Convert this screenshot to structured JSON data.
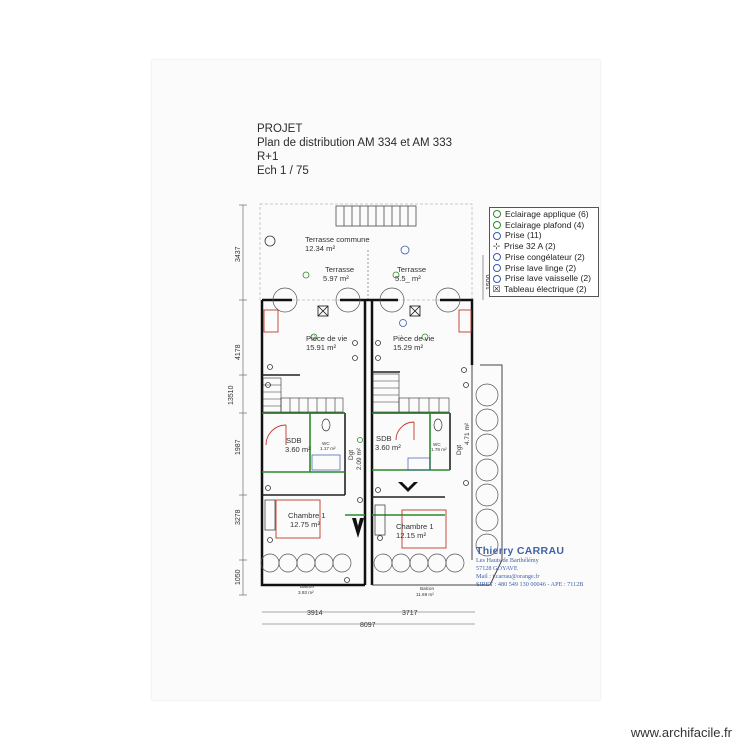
{
  "title": {
    "line1": "PROJET",
    "line2": "Plan de distribution AM 334 et AM 333",
    "line3": "R+1",
    "line4": "Ech 1 / 75"
  },
  "rooms": {
    "terrasse_commune": {
      "name": "Terrasse commune",
      "area": "12.34 m²"
    },
    "terrasse_left": {
      "name": "Terrasse",
      "area": "5.97 m²"
    },
    "terrasse_right": {
      "name": "Terrasse",
      "area": "5.5_ m²"
    },
    "piece_left": {
      "name": "Pièce de vie",
      "area": "15.91 m²"
    },
    "piece_right": {
      "name": "Pièce de vie",
      "area": "15.29 m²"
    },
    "sdb_left": {
      "name": "SDB",
      "area": "3.60 m²"
    },
    "sdb_right": {
      "name": "SDB",
      "area": "3.60 m²"
    },
    "wc_left": {
      "name": "WC",
      "area": "1.17 m²"
    },
    "wc_right": {
      "name": "WC",
      "area": "1.78 m²"
    },
    "dgt_left": {
      "name": "Dgt",
      "area": "2.09 m²"
    },
    "dgt_right": {
      "name": "Dgt",
      "area": "4.71 m²"
    },
    "chambre_left": {
      "name": "Chambre 1",
      "area": "12.75 m²"
    },
    "chambre_right": {
      "name": "Chambre 1",
      "area": "12.15 m²"
    },
    "balcon_left": {
      "name": "Balcon",
      "area": "3.93 m²"
    },
    "balcon_right": {
      "name": "Balcon",
      "area": "11.69 m²"
    }
  },
  "dimensions": {
    "left_3437": "3437",
    "left_4178": "4178",
    "left_13510": "13510",
    "left_1987": "1987",
    "left_3278": "3278",
    "left_1050": "1050",
    "right_1500": "1500",
    "bottom_3914": "3914",
    "bottom_3717": "3717",
    "bottom_8097": "8097"
  },
  "legend": [
    {
      "icon": "wall-light-icon",
      "label": "Eclairage applique (6)"
    },
    {
      "icon": "ceiling-light-icon",
      "label": "Eclairage plafond (4)"
    },
    {
      "icon": "outlet-icon",
      "label": "Prise (11)"
    },
    {
      "icon": "outlet-32a-icon",
      "label": "Prise 32 A (2)"
    },
    {
      "icon": "freezer-outlet-icon",
      "label": "Prise congélateur (2)"
    },
    {
      "icon": "washer-outlet-icon",
      "label": "Prise lave linge (2)"
    },
    {
      "icon": "dishwasher-outlet-icon",
      "label": "Prise lave vaisselle (2)"
    },
    {
      "icon": "electrical-panel-icon",
      "label": "Tableau électrique (2)"
    }
  ],
  "stamp": {
    "name": "Thierry CARRAU",
    "addr1": "Les Hauts de Barthélémy",
    "addr2": "57128 GOYAVE",
    "mail": "Mail : t.carrau@orange.fr",
    "siret": "SIRET : 480 549 130 00046 - APE : 7112B"
  },
  "watermark": "www.archifacile.fr",
  "colors": {
    "wall": "#111111",
    "green": "#2a8a2a",
    "blue": "#3a5aa8",
    "red": "#c0392b"
  }
}
